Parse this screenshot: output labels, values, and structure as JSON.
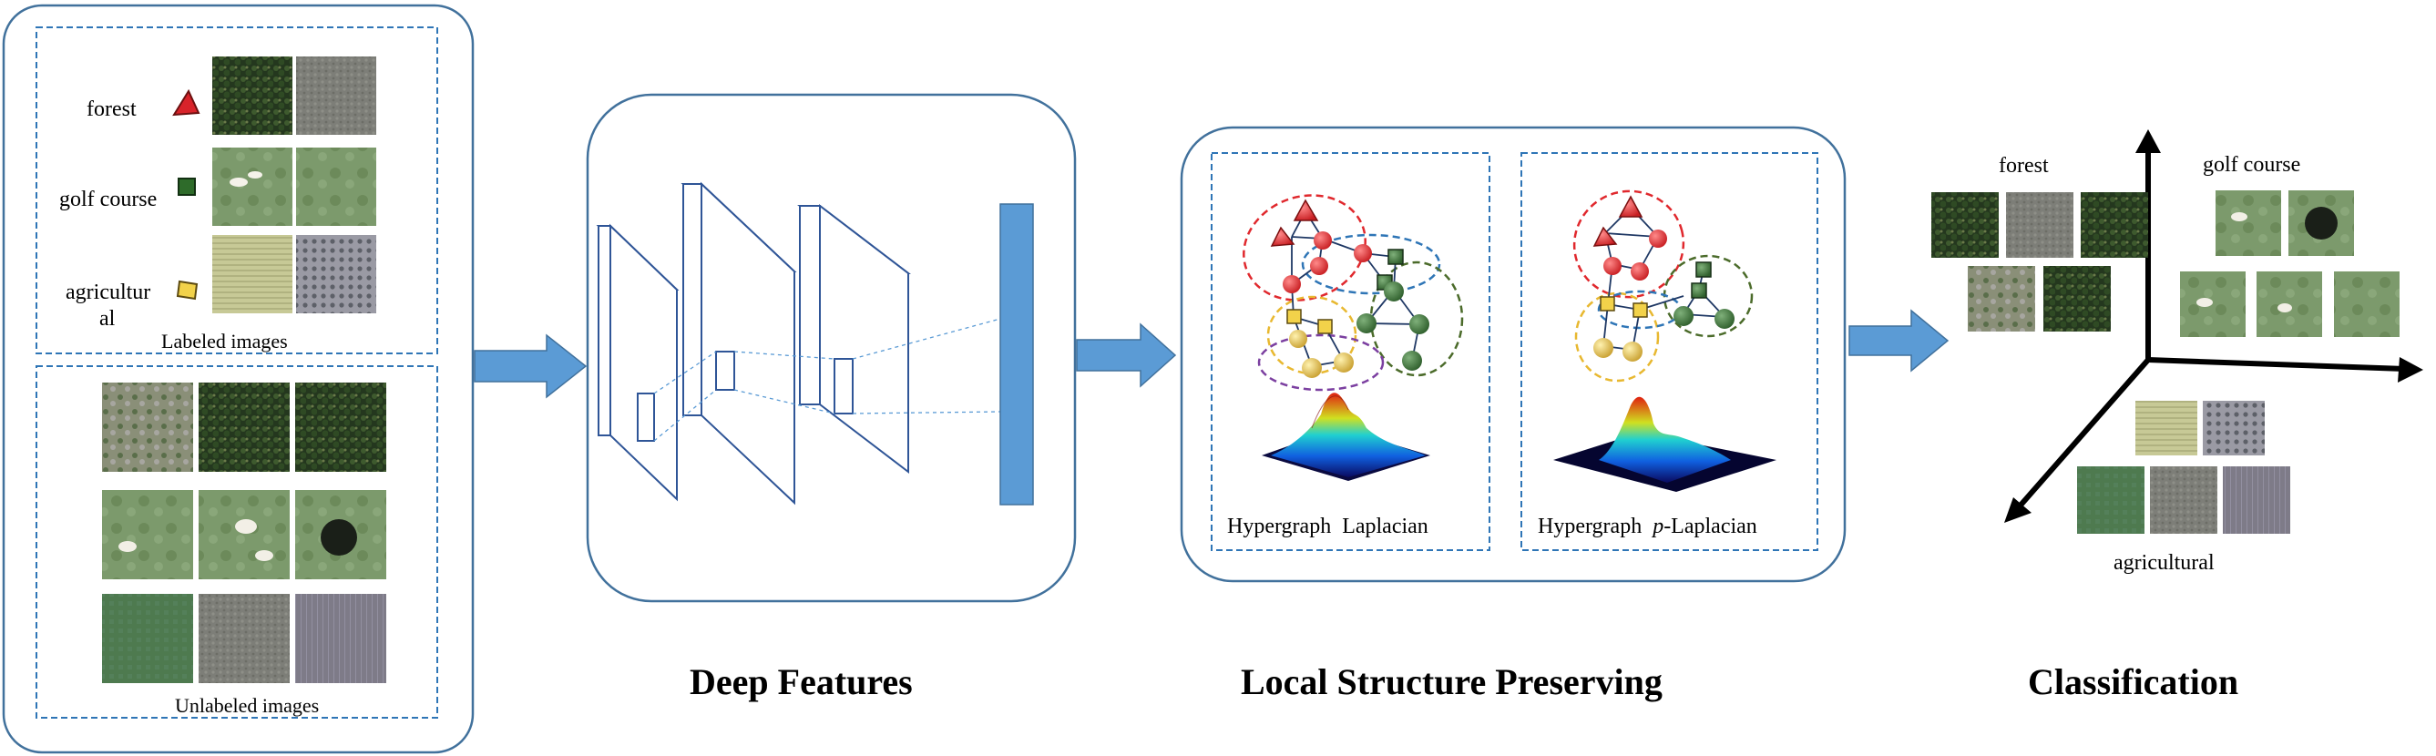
{
  "colors": {
    "panel_stroke": "#41719c",
    "dashed": "#2e75b6",
    "arrow_fill": "#5b9bd5",
    "forest_node": "#e0282d",
    "golf_node": "#3f7a3a",
    "agri_node": "#e8c34a"
  },
  "labeled_panel": {
    "caption": "Labeled images",
    "classes": [
      {
        "name": "forest",
        "marker": "red-triangle-icon"
      },
      {
        "name": "golf course",
        "marker": "green-square-icon"
      },
      {
        "name_line1": "agricultur",
        "name_line2": "al",
        "marker": "yellow-diamond-icon"
      }
    ]
  },
  "unlabeled_panel": {
    "caption": "Unlabeled images"
  },
  "stages": {
    "deep_features": "Deep Features",
    "local_structure": "Local Structure Preserving",
    "classification": "Classification"
  },
  "hypergraph": {
    "left_caption": "Hypergraph  Laplacian",
    "right_caption_prefix": "Hypergraph  ",
    "right_caption_p": "p",
    "right_caption_suffix": "-Laplacian"
  },
  "classification": {
    "forest": "forest",
    "golf_course": "golf course",
    "agricultural": "agricultural"
  }
}
